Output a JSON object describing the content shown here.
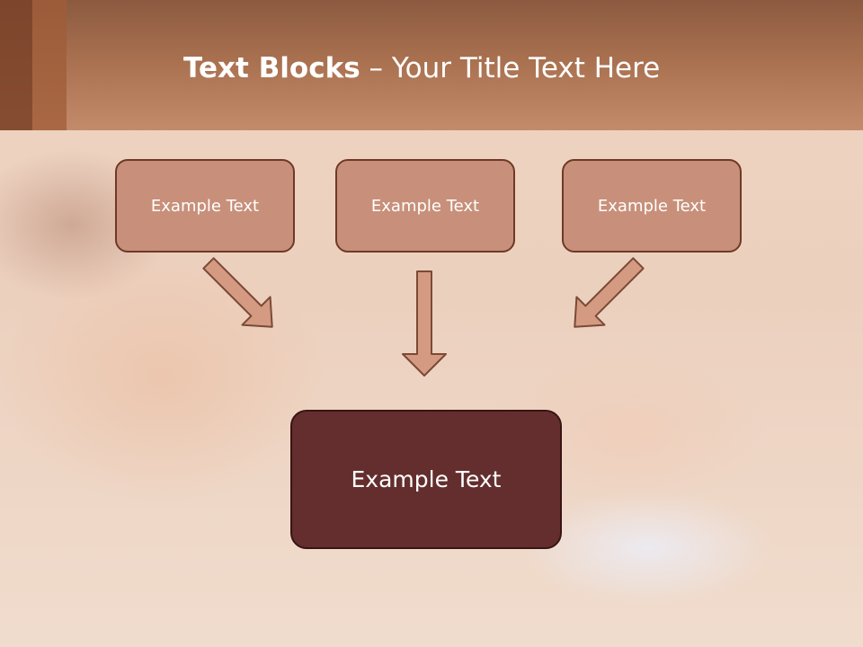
{
  "title": {
    "strong": "Text Blocks",
    "rest": " – Your Title Text Here"
  },
  "blocks": [
    {
      "label": "Example Text"
    },
    {
      "label": "Example Text"
    },
    {
      "label": "Example Text"
    }
  ],
  "result": {
    "label": "Example Text"
  },
  "colors": {
    "header": "#b07858",
    "block_fill": "#c8907a",
    "block_border": "#6e3a26",
    "result_fill": "#642e2e",
    "arrow_fill": "#d49a82",
    "arrow_stroke": "#7a4a36"
  }
}
